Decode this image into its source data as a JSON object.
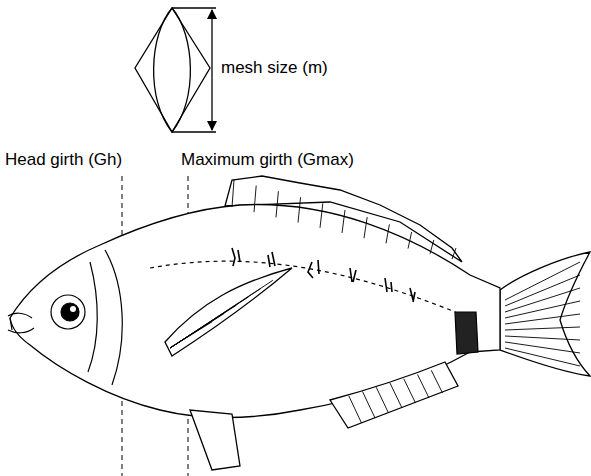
{
  "diagram": {
    "labels": [
      "mesh size (m)",
      "Head girth (Gh)",
      "Maximum girth (Gmax)"
    ]
  }
}
